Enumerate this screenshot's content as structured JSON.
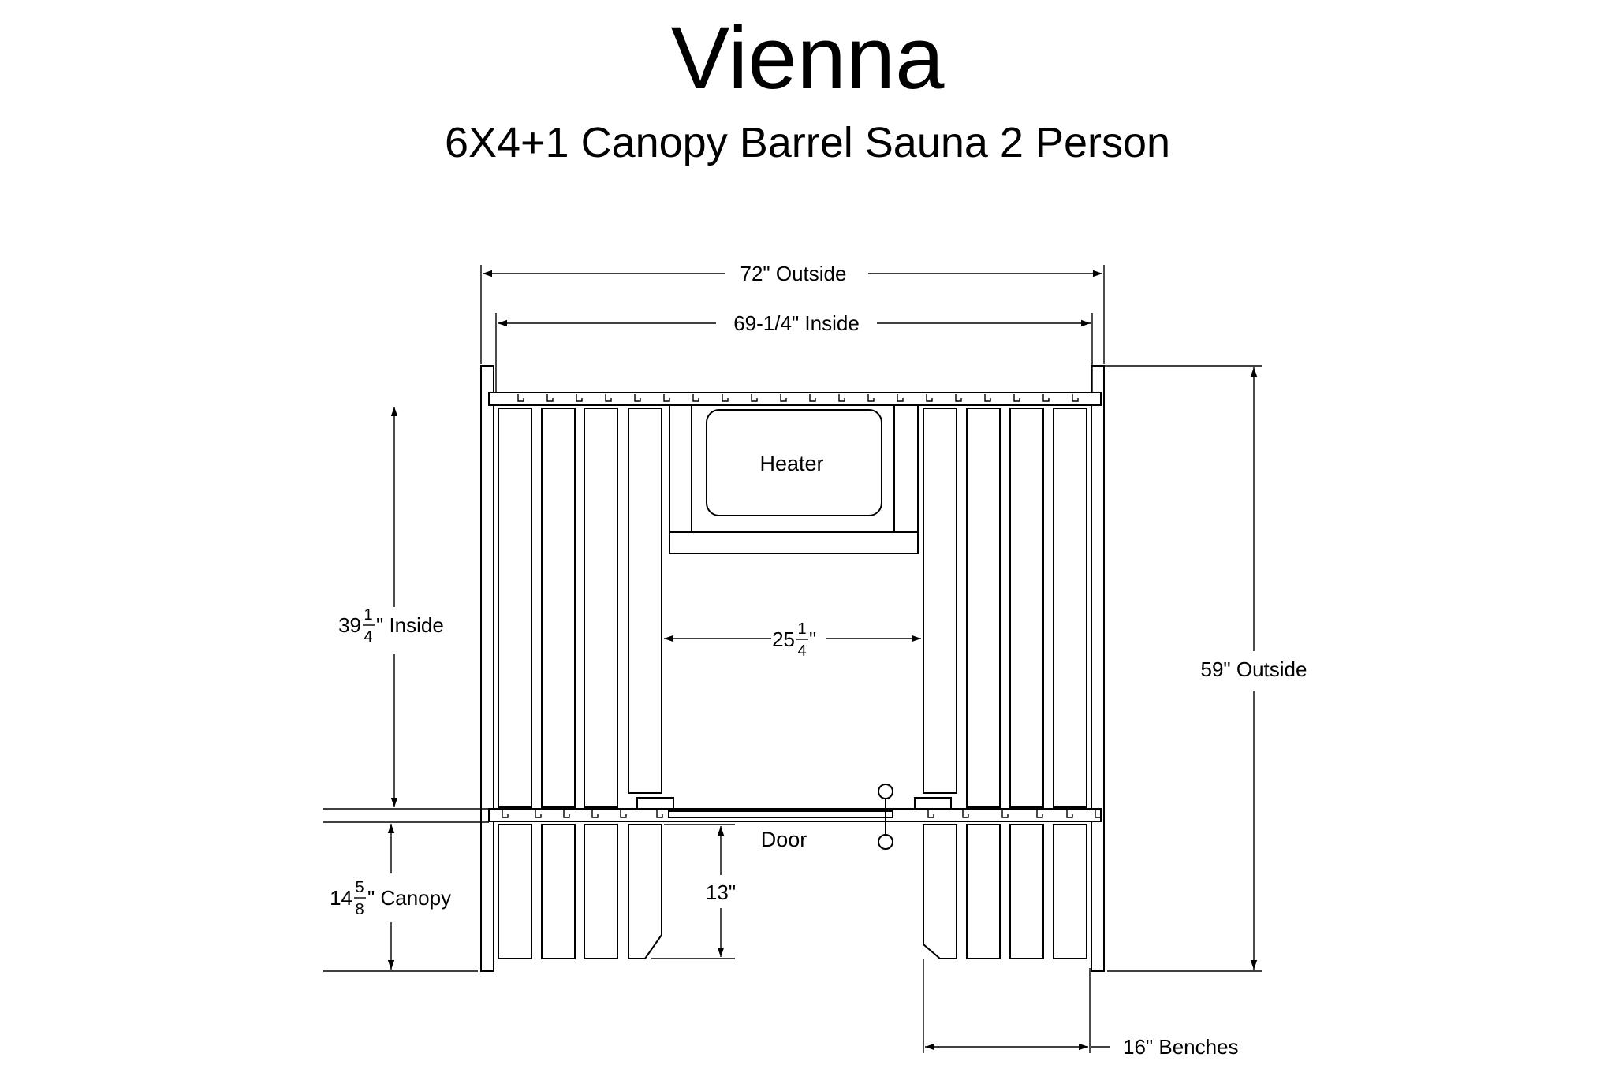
{
  "title": "Vienna",
  "subtitle": "6X4+1 Canopy Barrel Sauna 2 Person",
  "labels": {
    "outside_width": "72\" Outside",
    "inside_width": "69-1/4\" Inside",
    "heater": "Heater",
    "inside_depth_whole": "39",
    "inside_depth_num": "1",
    "inside_depth_den": "4",
    "inside_depth_suffix": "\" Inside",
    "aisle_whole": "25",
    "aisle_num": "1",
    "aisle_den": "4",
    "aisle_suffix": "\"",
    "outside_depth": "59\" Outside",
    "door": "Door",
    "bench_offset": "13\"",
    "canopy_whole": "14",
    "canopy_num": "5",
    "canopy_den": "8",
    "canopy_suffix": "\" Canopy",
    "benches": "16\" Benches"
  }
}
